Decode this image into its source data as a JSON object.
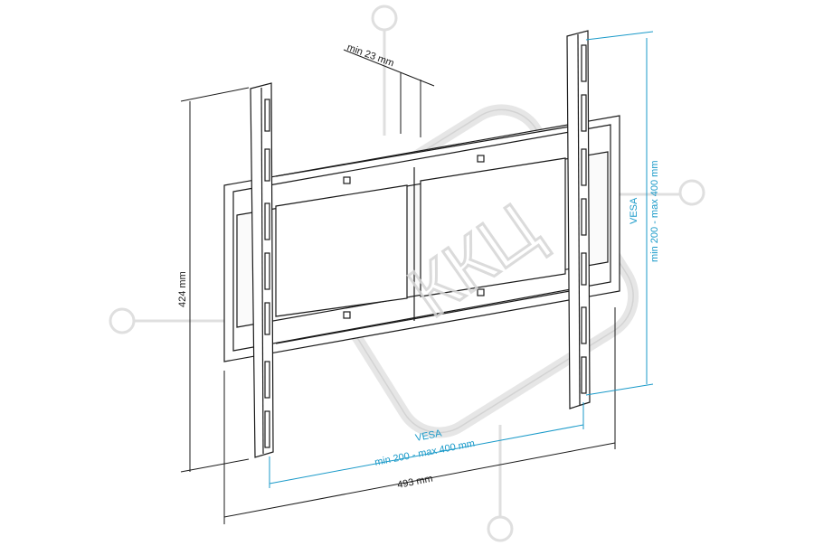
{
  "diagram": {
    "depth_label": "min 23 mm",
    "height_label": "424 mm",
    "width_label": "493 mm",
    "vesa_horizontal": {
      "title": "VESA",
      "range": "min 200 - max 400 mm"
    },
    "vesa_vertical": {
      "title": "VESA",
      "range": "min 200 - max 400 mm"
    },
    "watermark": "ККЦ",
    "colors": {
      "line": "#1a1a1a",
      "vesa": "#1a9ac9",
      "watermark": "#d9d9d9"
    }
  }
}
